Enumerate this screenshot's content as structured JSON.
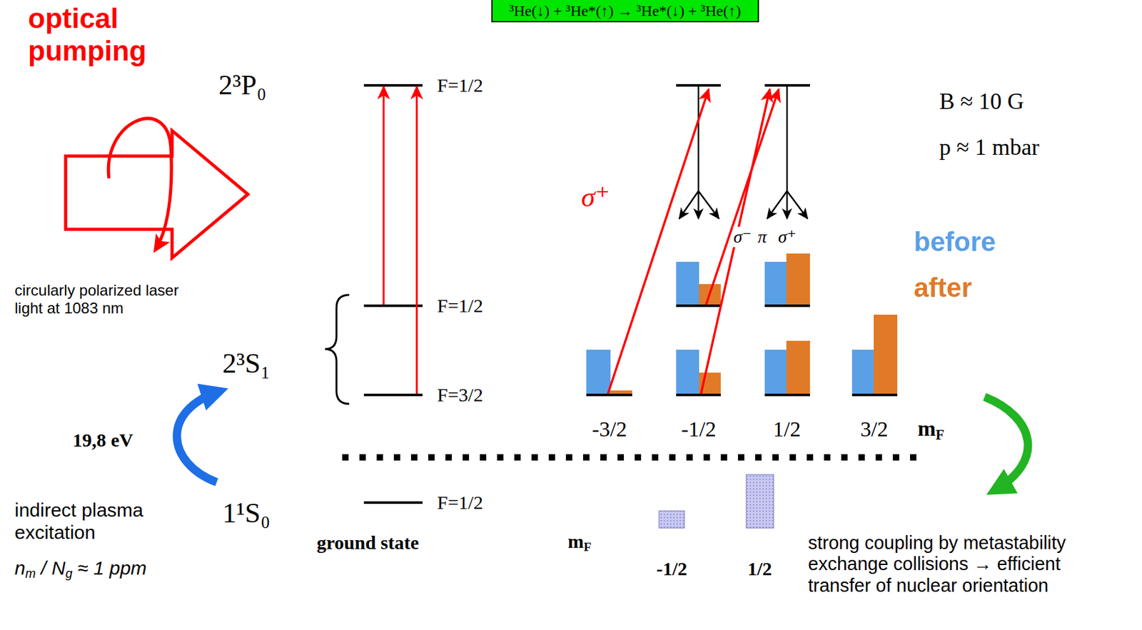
{
  "diagram": {
    "nodes": [
      {
        "text": [
          "³He(↓) + ³He*(↑) → ³He*(↓) + ³He(↑)"
        ]
      }
    ],
    "labels": [
      "optical pumping",
      "circularly polarized laser light at 1083 nm",
      "2³P₀",
      "F=1/2",
      "σ⁺",
      "σ⁻",
      "π",
      "σ⁺",
      "B ≈ 10 G",
      "p ≈ 1 mbar",
      "F=1/2",
      "2³S₁",
      "F=3/2",
      "-3/2",
      "-1/2",
      "1/2",
      "3/2",
      "mF",
      "19,8 eV",
      "indirect plasma excitation",
      "nm / Ng ≈ 1 ppm",
      "1¹S₀",
      "F=1/2",
      "ground state",
      "mF",
      "-1/2",
      "1/2",
      "strong coupling by metastability exchange collisions → efficient transfer of nuclear orientation"
    ],
    "legend": [
      {
        "text": "before",
        "color": "#5aa0e6"
      },
      {
        "text": "after",
        "color": "#e07a28"
      }
    ]
  }
}
